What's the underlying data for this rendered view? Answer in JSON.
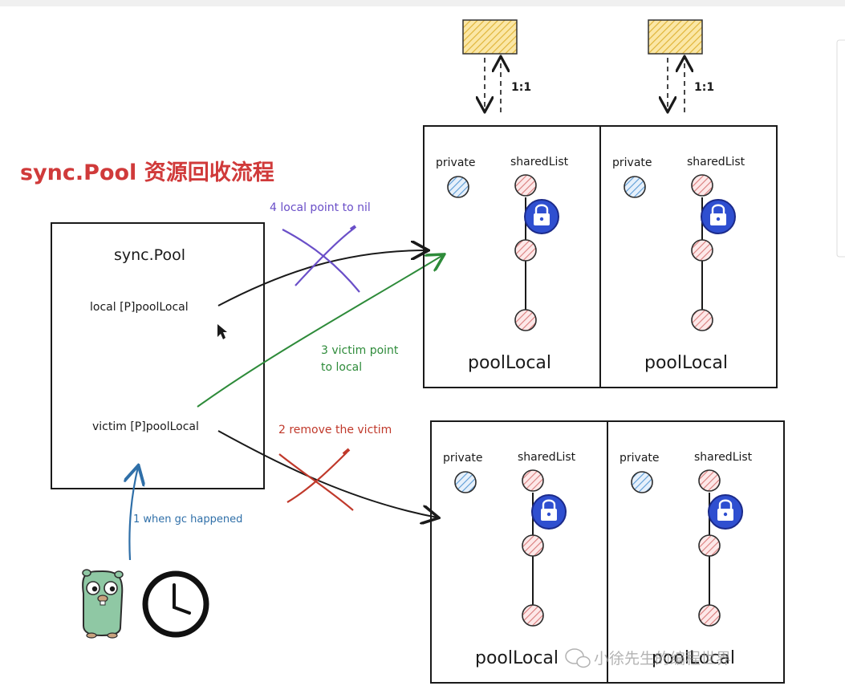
{
  "title": "sync.Pool 资源回收流程",
  "sync_pool": {
    "label": "sync.Pool",
    "local_field": "local [P]poolLocal",
    "victim_field": "victim [P]poolLocal"
  },
  "steps": {
    "step1": "1 when gc happened",
    "step2": "2 remove the victim",
    "step3_line1": "3 victim point",
    "step3_line2": "to local",
    "step4": "4 local point to nil"
  },
  "processor_ratio": "1:1",
  "pool_local": {
    "private_label": "private",
    "shared_label": "sharedList",
    "name": "poolLocal"
  },
  "watermark": "小徐先生的编程世界",
  "colors": {
    "title_red": "#d03a3a",
    "step_blue": "#2f6fa8",
    "step_red": "#c0392b",
    "step_green": "#2e8b3a",
    "step_purple": "#6a4fc8",
    "lock_blue": "#2f4fd0",
    "node_red": "#d97c7c",
    "node_blue": "#5b9bd5",
    "processor_fill": "#f2c94c"
  },
  "icons": [
    "gopher-icon",
    "clock-icon",
    "lock-icon",
    "wechat-icon"
  ]
}
